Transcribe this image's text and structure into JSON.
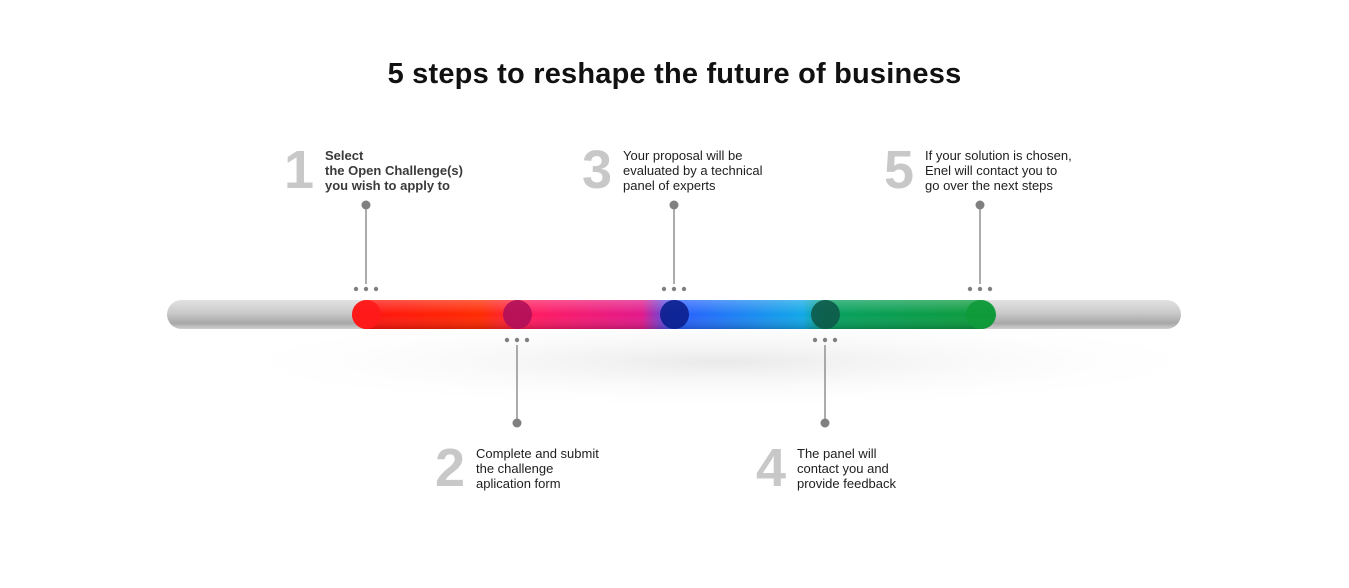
{
  "title": "5 steps to reshape the future of business",
  "steps": [
    {
      "number": "1",
      "text": "Select\nthe Open Challenge(s)\nyou wish to apply to",
      "color": "#ff1a1a"
    },
    {
      "number": "2",
      "text": "Complete and submit\nthe challenge\naplication form",
      "color": "#b0105a"
    },
    {
      "number": "3",
      "text": "Your proposal will be\nevaluated by a technical\npanel of experts",
      "color": "#0b1f8c"
    },
    {
      "number": "4",
      "text": "The panel will\ncontact you and\nprovide feedback",
      "color": "#0d5a4a"
    },
    {
      "number": "5",
      "text": "If your solution is chosen,\nEnel will contact you to\ngo over the next steps",
      "color": "#0f9a3a"
    }
  ],
  "colors": {
    "track": "#d3d3d3",
    "connector": "#808080",
    "number": "#c8c8c8",
    "gradient": [
      "#ff0000",
      "#ff1a8c",
      "#0060ff",
      "#009a3a"
    ]
  }
}
